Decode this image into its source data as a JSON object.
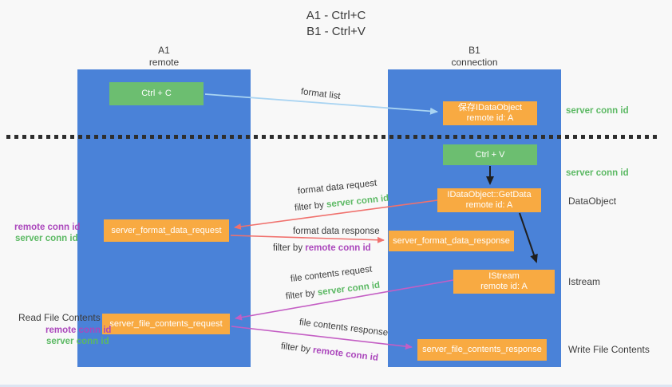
{
  "title": {
    "line1": "A1 - Ctrl+C",
    "line2": "B1 - Ctrl+V"
  },
  "lanes": {
    "a": {
      "name": "A1",
      "subtitle": "remote"
    },
    "b": {
      "name": "B1",
      "subtitle": "connection"
    }
  },
  "boxes": {
    "ctrl_c": {
      "label": "Ctrl + C"
    },
    "save_dataobject": {
      "line1": "保存IDataObject",
      "line2": "remote id: A"
    },
    "ctrl_v": {
      "label": "Ctrl + V"
    },
    "getdata": {
      "line1": "IDataObject::GetData",
      "line2": "remote id: A"
    },
    "format_request": {
      "label": "server_format_data_request"
    },
    "format_response": {
      "label": "server_format_data_response"
    },
    "istream": {
      "line1": "IStream",
      "line2": "remote id: A"
    },
    "file_request": {
      "label": "server_file_contents_request"
    },
    "file_response": {
      "label": "server_file_contents_response"
    }
  },
  "flow_labels": {
    "format_list": "format list",
    "format_data_request": "format data request",
    "format_data_response": "format data response",
    "file_contents_request": "file contents request",
    "file_contents_response": "file contents response",
    "filter_by": "filter by ",
    "server_conn_id": "server conn id",
    "remote_conn_id": "remote conn id"
  },
  "side_labels": {
    "left_top": {
      "remote": "remote conn id",
      "server": "server conn id"
    },
    "left_bottom": {
      "title": "Read File Contents",
      "remote": "remote conn id",
      "server": "server conn id"
    },
    "right": {
      "server_conn_id_top": "server conn id",
      "server_conn_id_mid": "server conn id",
      "dataobject": "DataObject",
      "istream": "Istream",
      "write_file_contents": "Write File Contents"
    }
  },
  "colors": {
    "lane_blue": "#4a82d8",
    "box_green": "#6cbe70",
    "box_orange": "#f8aa42",
    "arrow_light_blue": "#a9d4f2",
    "arrow_red": "#f0716d",
    "arrow_magenta": "#c45ec4",
    "arrow_black": "#1f1f1f",
    "text_green": "#5cb964",
    "text_purple": "#ab47bc",
    "background": "#f8f8f8"
  }
}
